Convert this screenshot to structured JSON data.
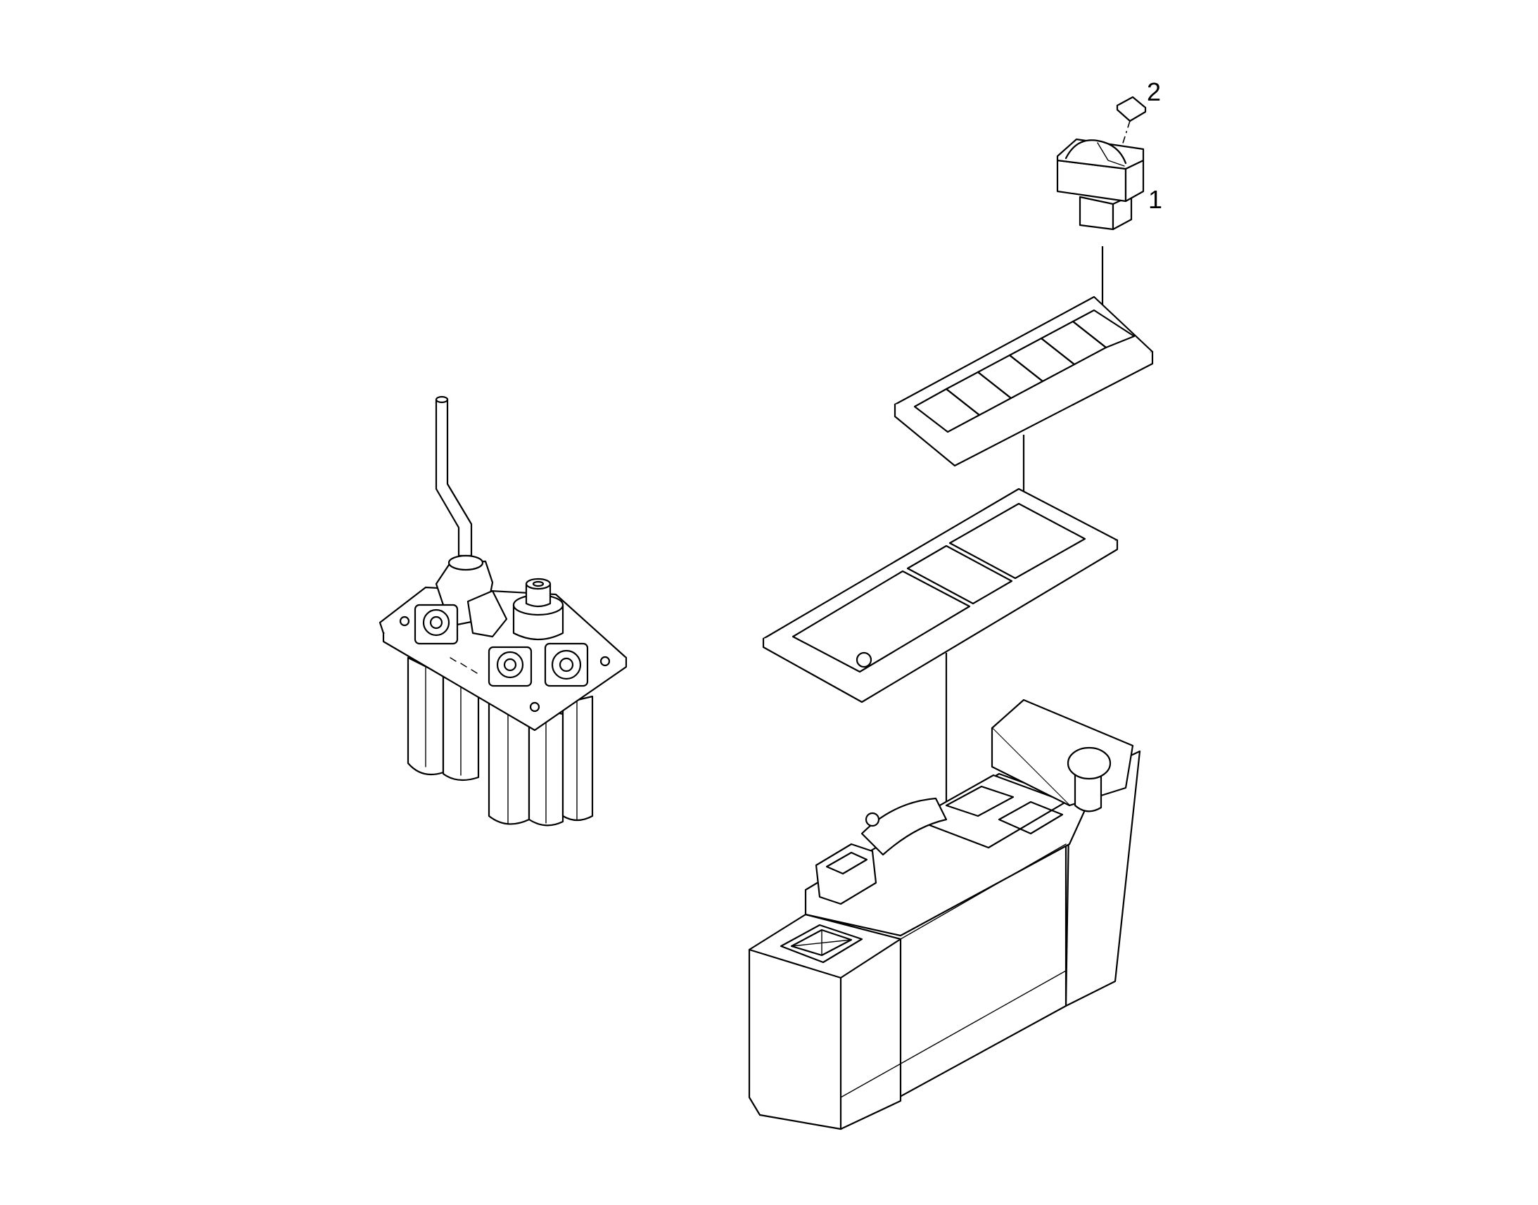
{
  "diagram": {
    "callouts": [
      {
        "id": "1",
        "label": "1"
      },
      {
        "id": "2",
        "label": "2"
      }
    ],
    "parts": [
      {
        "name": "rocker-switch",
        "callout": "1"
      },
      {
        "name": "switch-cap",
        "callout": "2"
      }
    ],
    "colors": {
      "line": "#000000",
      "background": "#ffffff"
    }
  }
}
